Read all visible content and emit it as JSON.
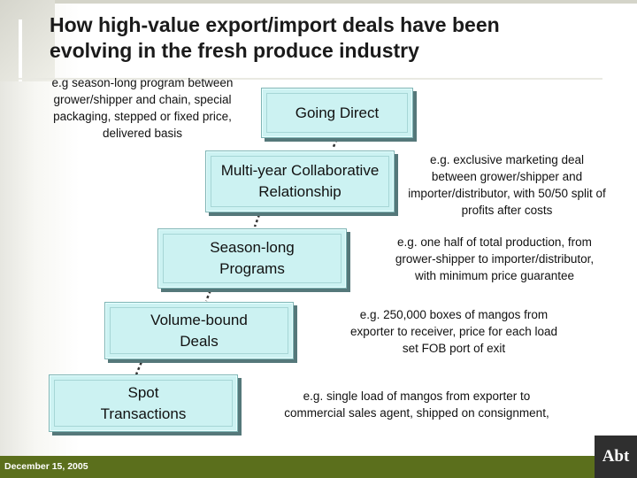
{
  "title": {
    "line1": "How high-value export/import deals have been",
    "line2": "evolving in the fresh produce industry"
  },
  "steps": [
    {
      "label_lines": [
        "Going Direct"
      ],
      "note_lines": [
        "e.g season-long program between",
        "grower/shipper and chain, special",
        "packaging, stepped or fixed price,",
        "delivered basis"
      ]
    },
    {
      "label_lines": [
        "Multi-year Collaborative",
        "Relationship"
      ],
      "note_lines": [
        "e.g. exclusive marketing deal",
        "between grower/shipper and",
        "importer/distributor, with 50/50 split of",
        "profits after costs"
      ]
    },
    {
      "label_lines": [
        "Season-long",
        "Programs"
      ],
      "note_lines": [
        "e.g. one half of total production, from",
        "grower-shipper to importer/distributor,",
        "with minimum price guarantee"
      ]
    },
    {
      "label_lines": [
        "Volume-bound",
        "Deals"
      ],
      "note_lines": [
        "e.g. 250,000 boxes of mangos from",
        "exporter  to receiver, price for each load",
        "set FOB port of exit"
      ]
    },
    {
      "label_lines": [
        "Spot",
        "Transactions"
      ],
      "note_lines": [
        "e.g. single load of mangos from exporter to",
        "commercial sales agent, shipped on consignment,"
      ]
    }
  ],
  "footer": {
    "date": "December 15, 2005",
    "logo_text": "Abt"
  },
  "colors": {
    "box_fill": "#ccf2f2",
    "footer_bar": "#5b6f1c"
  }
}
